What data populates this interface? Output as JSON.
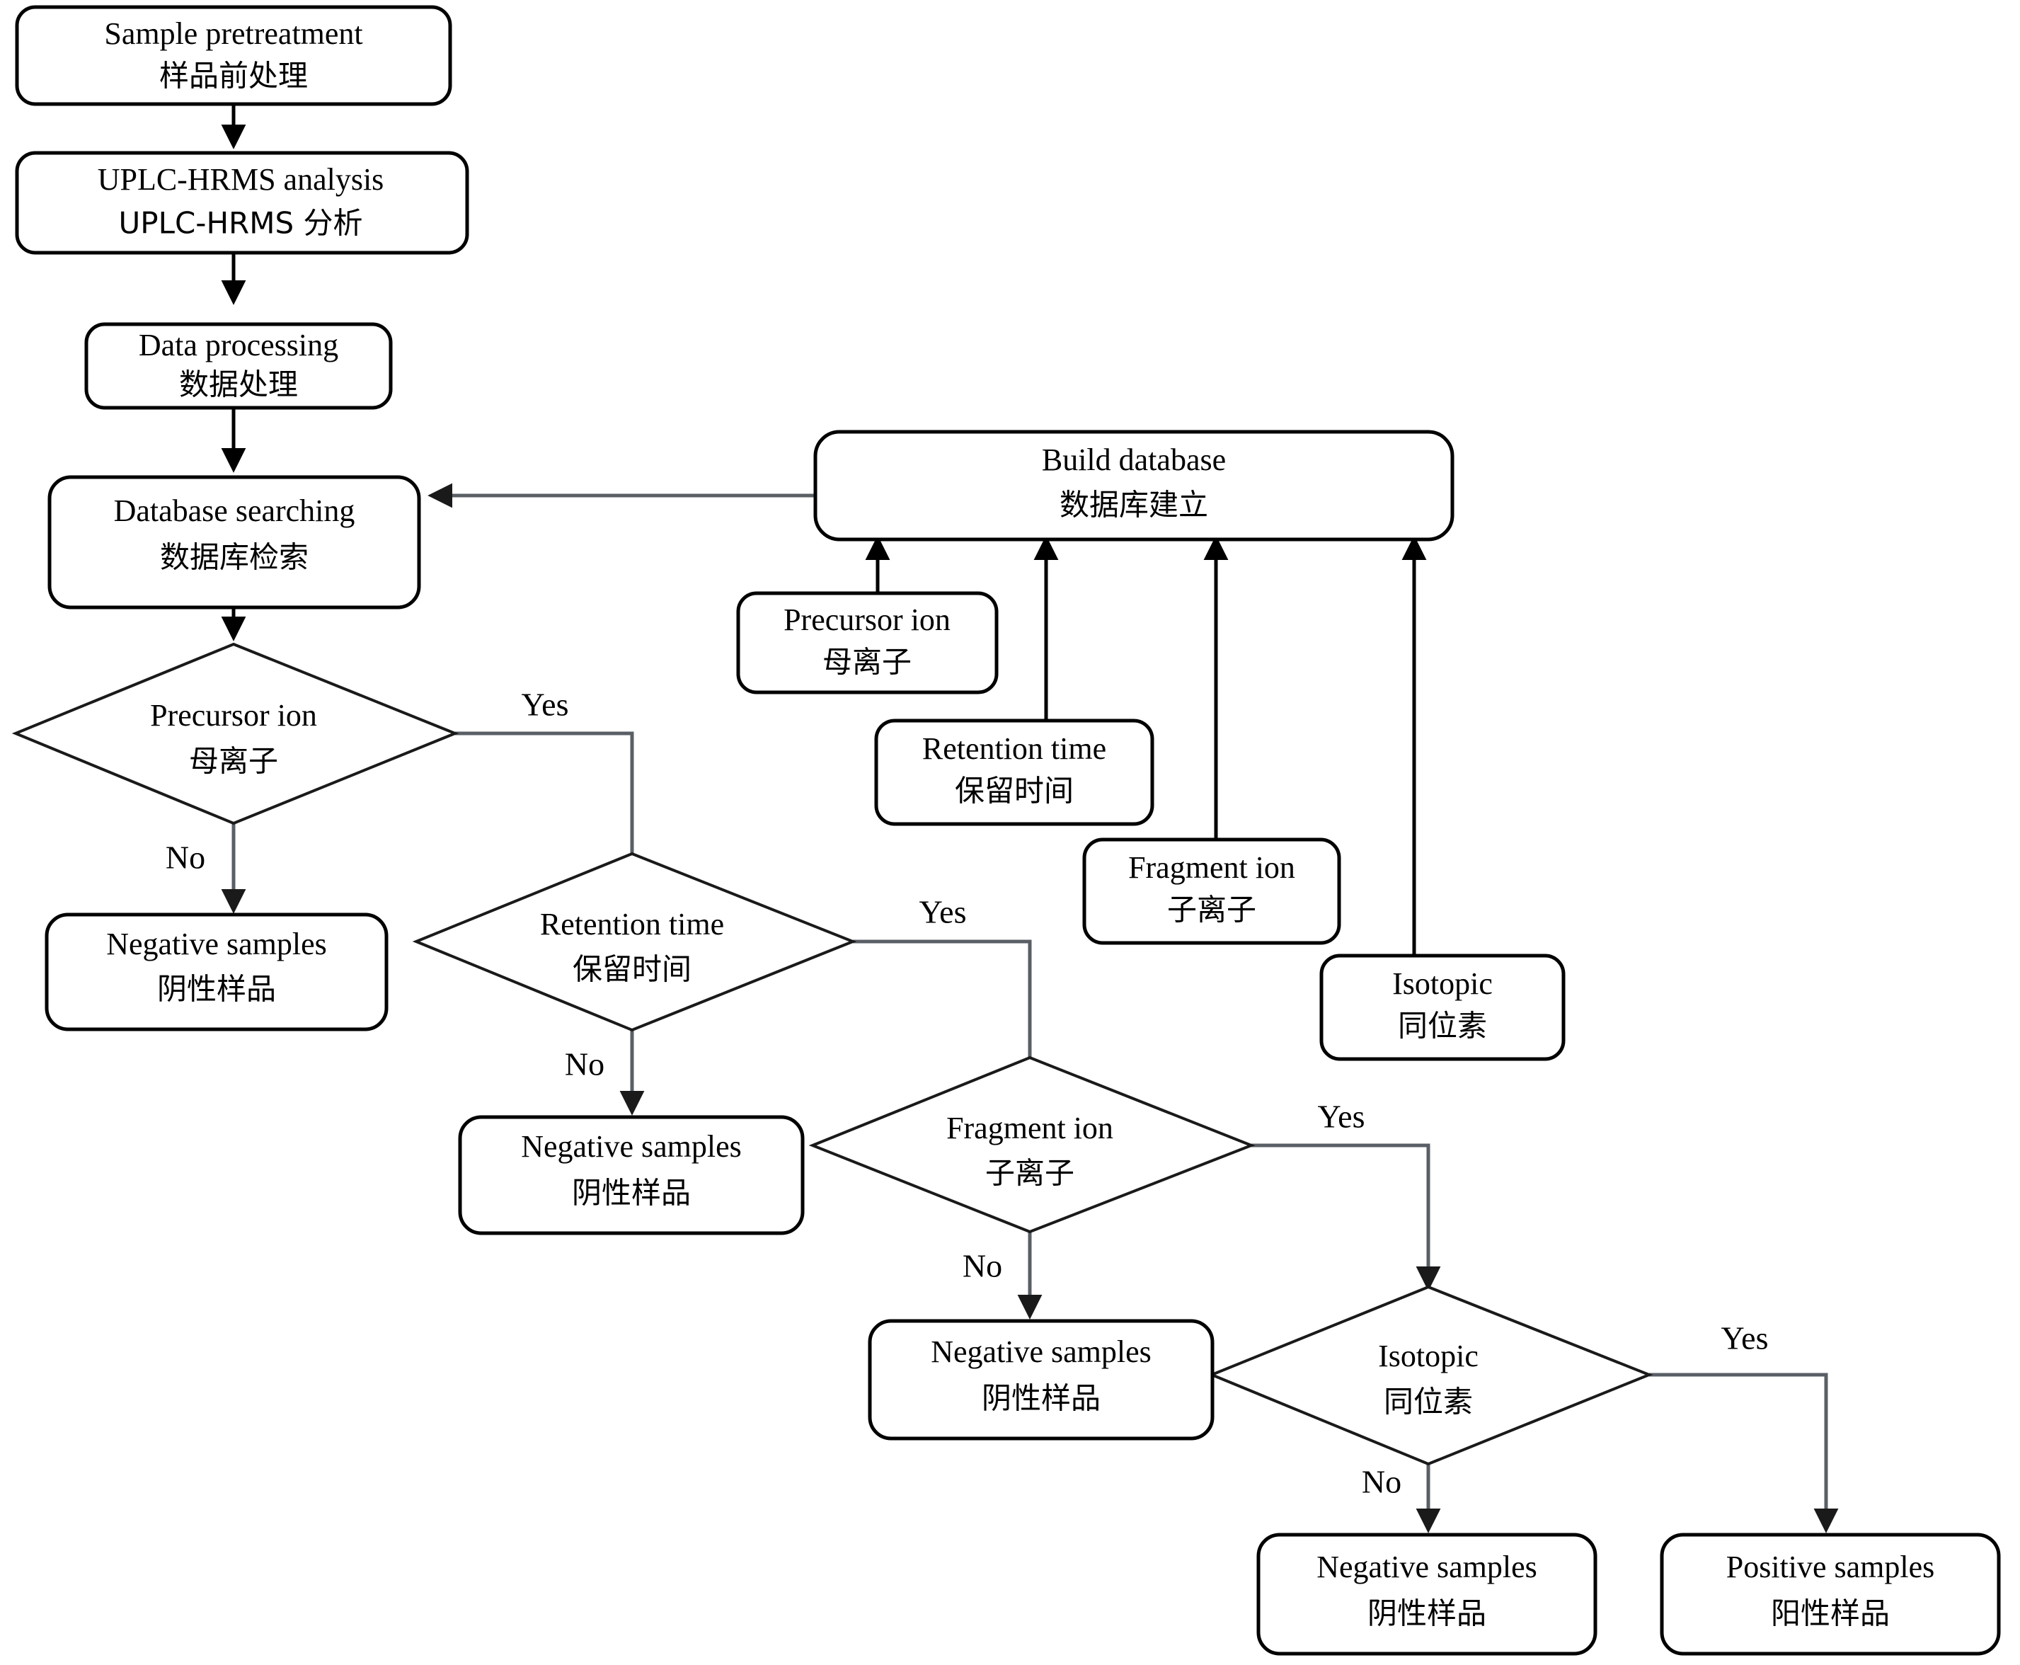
{
  "diagram": {
    "type": "flowchart",
    "title": "UPLC-HRMS screening workflow flowchart",
    "bg_color": "#ffffff",
    "line_color": "#000000",
    "accent_line_color": "#5a5f66"
  },
  "nodes": {
    "sample_pretreatment": {
      "en": "Sample pretreatment",
      "zh": "样品前处理"
    },
    "uplc_hrms": {
      "en": "UPLC-HRMS analysis",
      "zh": "UPLC-HRMS 分析"
    },
    "data_processing": {
      "en": "Data processing",
      "zh": "数据处理"
    },
    "database_searching": {
      "en": "Database searching",
      "zh": "数据库检索"
    },
    "build_database": {
      "en": "Build database",
      "zh": "数据库建立"
    },
    "attr_precursor_ion": {
      "en": "Precursor ion",
      "zh": "母离子"
    },
    "attr_retention_time": {
      "en": "Retention time",
      "zh": "保留时间"
    },
    "attr_fragment_ion": {
      "en": "Fragment ion",
      "zh": "子离子"
    },
    "attr_isotopic": {
      "en": "Isotopic",
      "zh": "同位素"
    },
    "decision_precursor_ion": {
      "en": "Precursor ion",
      "zh": "母离子"
    },
    "decision_retention_time": {
      "en": "Retention time",
      "zh": "保留时间"
    },
    "decision_fragment_ion": {
      "en": "Fragment ion",
      "zh": "子离子"
    },
    "decision_isotopic": {
      "en": "Isotopic",
      "zh": "同位素"
    },
    "negative_1": {
      "en": "Negative samples",
      "zh": "阴性样品"
    },
    "negative_2": {
      "en": "Negative samples",
      "zh": "阴性样品"
    },
    "negative_3": {
      "en": "Negative samples",
      "zh": "阴性样品"
    },
    "negative_4": {
      "en": "Negative samples",
      "zh": "阴性样品"
    },
    "positive_1": {
      "en": "Positive samples",
      "zh": "阳性样品"
    }
  },
  "edge_labels": {
    "yes_precursor": "Yes",
    "no_precursor": "No",
    "yes_retention": "Yes",
    "no_retention": "No",
    "yes_fragment": "Yes",
    "no_fragment": "No",
    "yes_isotopic": "Yes",
    "no_isotopic": "No"
  }
}
